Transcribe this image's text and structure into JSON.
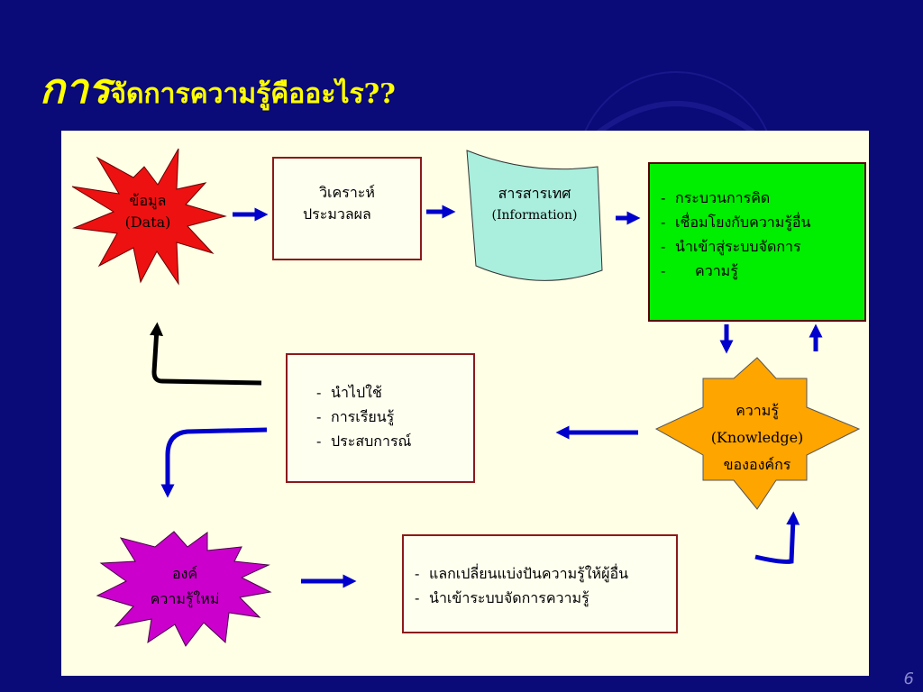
{
  "slide": {
    "title_main": "การ",
    "title_rest": "จัดการความรู้คืออะไร??",
    "page_number": "6"
  },
  "diagram": {
    "data_burst": {
      "line1": "ข้อมูล",
      "line2": "(Data)"
    },
    "analysis_box": {
      "line1": "วิเคราะห์",
      "line2": "ประมวลผล"
    },
    "information_doc": {
      "line1": "สารสารเทศ",
      "line2": "(Information)"
    },
    "thinking_box": {
      "items": [
        "กระบวนการคิด",
        "เชื่อมโยงกับความรู้อื่น",
        "นำเข้าสู่ระบบจัดการ",
        "ความรู้"
      ]
    },
    "knowledge_star": {
      "line1": "ความรู้",
      "line2": "(Knowledge)",
      "line3": "ขององค์กร"
    },
    "apply_box": {
      "items": [
        "นำไปใช้",
        "การเรียนรู้",
        "ประสบการณ์"
      ]
    },
    "new_knowledge_burst": {
      "line1": "องค์",
      "line2": "ความรู้ใหม่"
    },
    "share_box": {
      "items": [
        "แลกเปลี่ยนแบ่งปันความรู้ให้ผู้อื่น",
        "นำเข้าระบบจัดการความรู้"
      ]
    },
    "colors": {
      "background": "#0a0a78",
      "title": "#ffff00",
      "panel": "#ffffe6",
      "data_burst": "#ee1111",
      "information": "#aaeedd",
      "thinking": "#00ee00",
      "knowledge": "#ffa500",
      "new_knowledge": "#cc00cc",
      "arrow": "#0000cc"
    }
  }
}
